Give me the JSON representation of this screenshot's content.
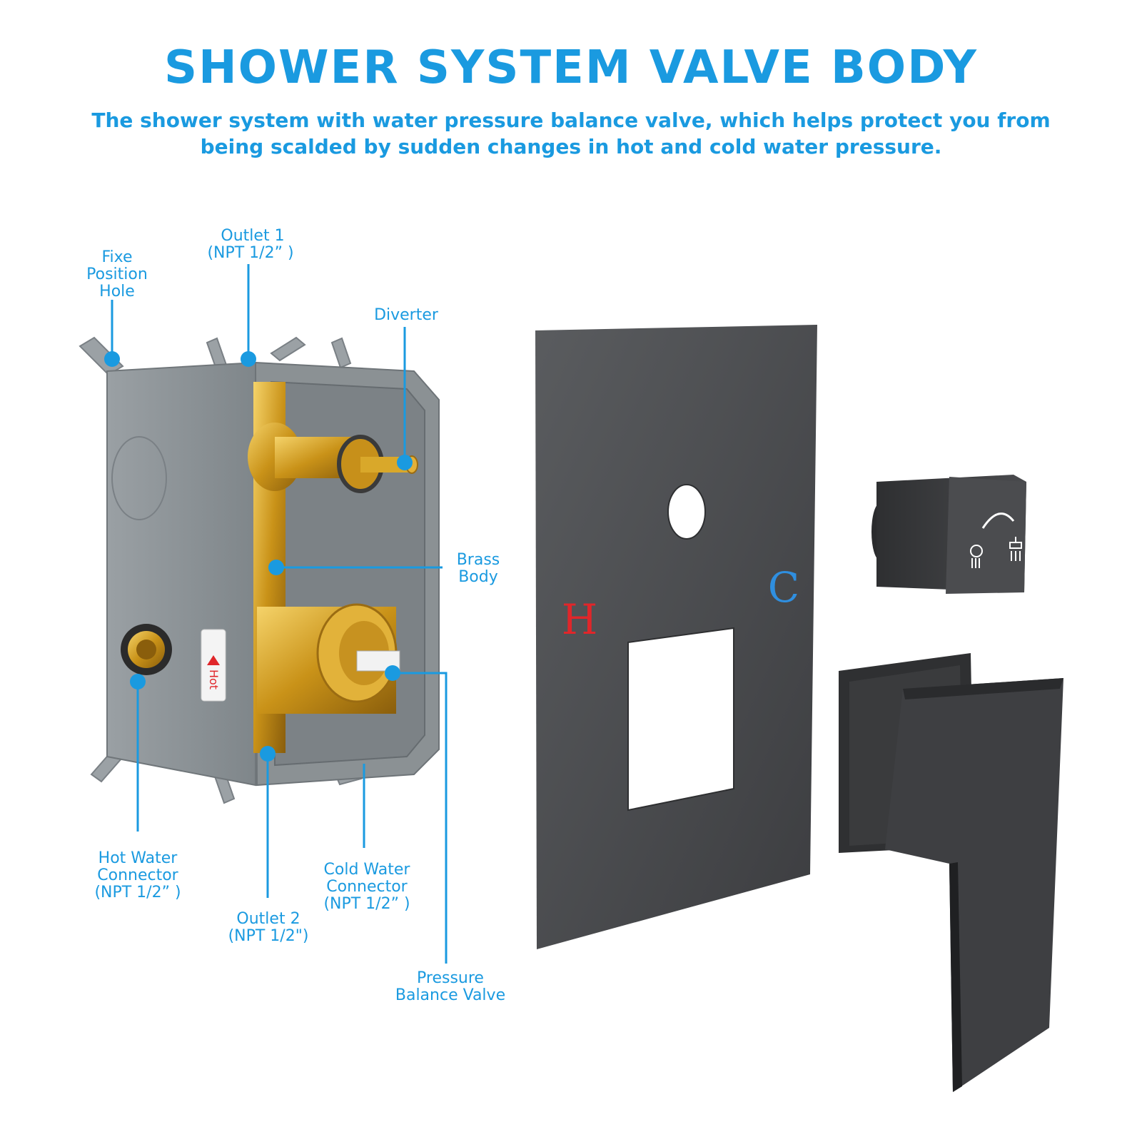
{
  "header": {
    "title": "SHOWER SYSTEM VALVE BODY",
    "subtitle": "The shower system with water pressure balance valve, which helps protect you from being scalded by sudden changes in hot and cold water pressure."
  },
  "callouts": {
    "outlet1": [
      "Outlet 1",
      "(NPT 1/2” )"
    ],
    "fix_hole": [
      "Fixe",
      "Position",
      "Hole"
    ],
    "diverter": [
      "Diverter"
    ],
    "brass_body": [
      "Brass",
      "Body"
    ],
    "hot_connector": [
      "Hot Water",
      "Connector",
      "(NPT 1/2” )"
    ],
    "cold_connector": [
      "Cold Water",
      "Connector",
      "(NPT 1/2” )"
    ],
    "outlet2": [
      "Outlet 2",
      "(NPT 1/2\")"
    ],
    "pressure_valve": [
      "Pressure",
      "Balance Valve"
    ]
  },
  "plate": {
    "hot_mark": "H",
    "cold_mark": "C"
  },
  "box_sticker": "Hot",
  "colors": {
    "accent": "#1a9ae0",
    "plate": "#4a4b4d",
    "box": "#8c9296",
    "brass": "#d4a21c",
    "hot": "#e0262a",
    "cold": "#2f8fe0"
  }
}
